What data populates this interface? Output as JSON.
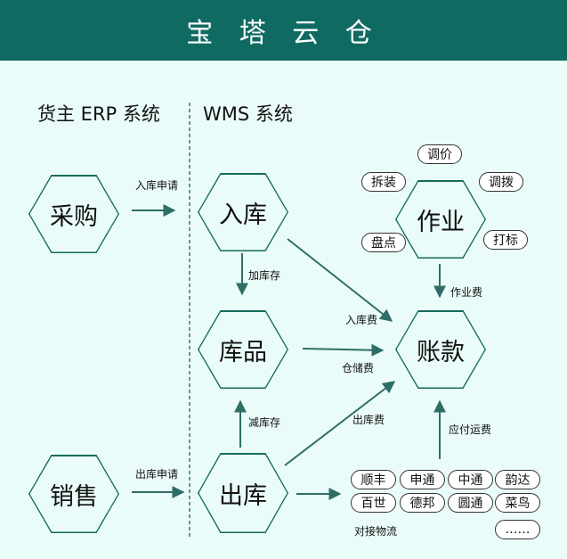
{
  "header": {
    "title": "宝 塔 云 仓"
  },
  "sections": {
    "erp": "货主 ERP 系统",
    "wms": "WMS 系统"
  },
  "nodes": {
    "purchase": "采购",
    "sales": "销售",
    "inbound": "入库",
    "inventory": "库品",
    "outbound": "出库",
    "operations": "作业",
    "accounts": "账款"
  },
  "operation_tags": [
    "调价",
    "拆装",
    "调拨",
    "盘点",
    "打标"
  ],
  "carriers": [
    "顺丰",
    "申通",
    "中通",
    "韵达",
    "百世",
    "德邦",
    "圆通",
    "菜鸟",
    "……"
  ],
  "edge_labels": {
    "inbound_request": "入库申请",
    "outbound_request": "出库申请",
    "add_stock": "加库存",
    "reduce_stock": "减库存",
    "inbound_fee": "入库费",
    "storage_fee": "仓储费",
    "outbound_fee": "出库费",
    "operation_fee": "作业费",
    "freight_payable": "应付运费",
    "connect_logistics": "对接物流"
  },
  "colors": {
    "header_bg": "#0f6b62",
    "accent": "#136b5e",
    "background": "#eafcf9"
  }
}
